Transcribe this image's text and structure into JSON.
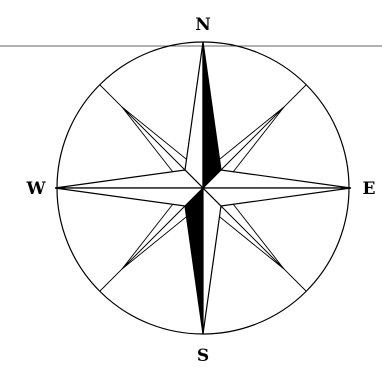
{
  "diagram": {
    "labels": {
      "north": "N",
      "east": "E",
      "south": "S",
      "west": "W"
    },
    "colors": {
      "stroke": "#000000",
      "fill_dark": "#000000",
      "fill_light": "#ffffff",
      "background": "#ffffff"
    }
  }
}
